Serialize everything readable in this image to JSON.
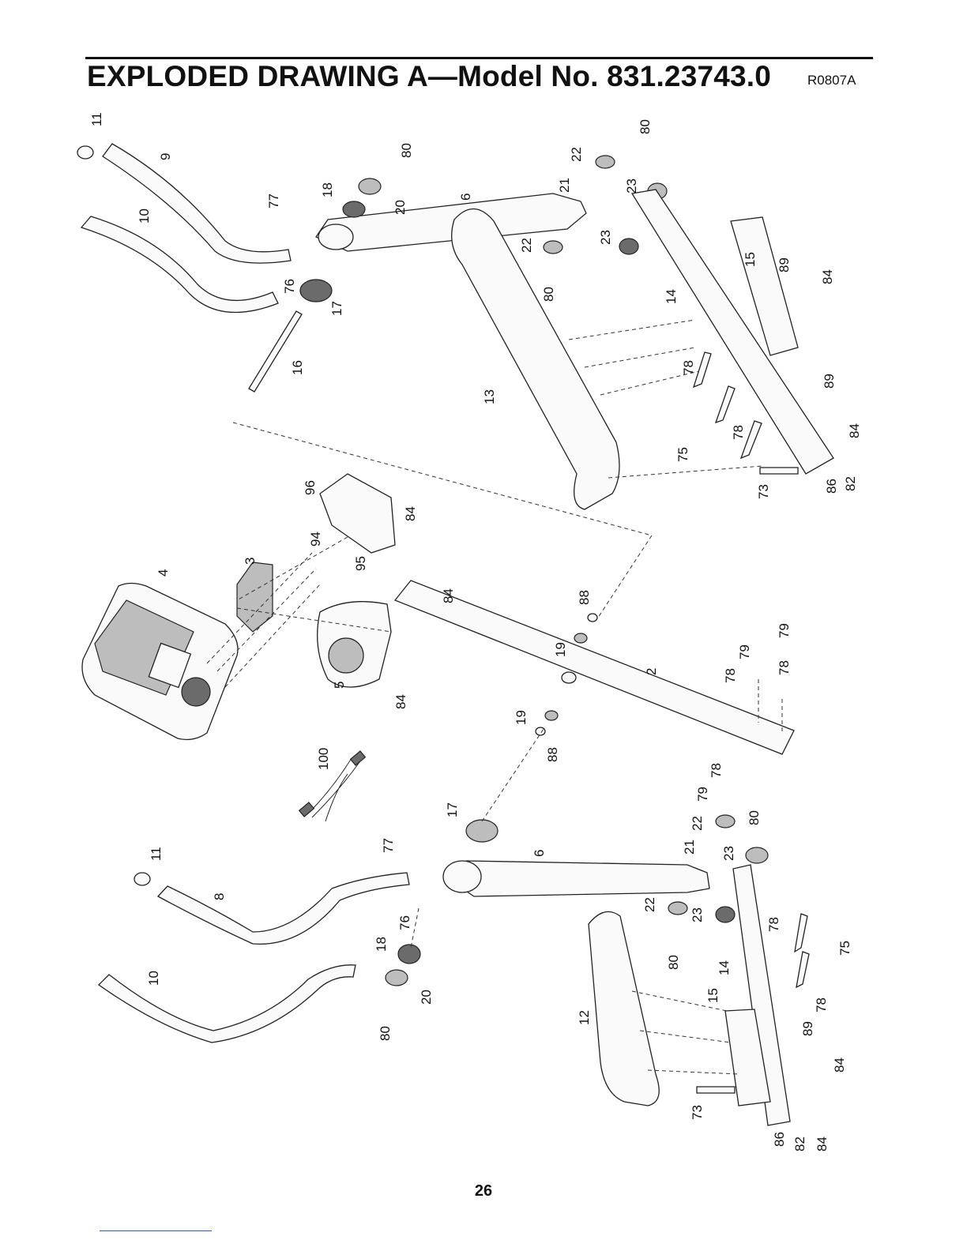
{
  "header": {
    "title": "EXPLODED DRAWING A—Model No. 831.23743.0",
    "code": "R0807A"
  },
  "footer": {
    "page_number": "26"
  },
  "callouts": {
    "c11a": "11",
    "c9": "9",
    "c10a": "10",
    "c77a": "77",
    "c76a": "76",
    "c17a": "17",
    "c18a": "18",
    "c20a": "20",
    "c80a": "80",
    "c6a": "6",
    "c21a": "21",
    "c22a": "22",
    "c80b": "80",
    "c23a": "23",
    "c22b": "22",
    "c80c": "80",
    "c23b": "23",
    "c16": "16",
    "c15a": "15",
    "c89a": "89",
    "c84a": "84",
    "c14a": "14",
    "c89b": "89",
    "c13": "13",
    "c78a": "78",
    "c78b": "78",
    "c75a": "75",
    "c73a": "73",
    "c84b": "84",
    "c86a": "86",
    "c82a": "82",
    "c96": "96",
    "c84c": "84",
    "c94": "94",
    "c3": "3",
    "c4": "4",
    "c95": "95",
    "c84d": "84",
    "c5": "5",
    "c84e": "84",
    "c88a": "88",
    "c19a": "19",
    "c2": "2",
    "c79a": "79",
    "c78c": "78",
    "c79b": "79",
    "c78d": "78",
    "c19b": "19",
    "c88b": "88",
    "c100": "100",
    "c78e": "78",
    "c79c": "79",
    "c80d": "80",
    "c17b": "17",
    "c22c": "22",
    "c21b": "21",
    "c23c": "23",
    "c6b": "6",
    "c11b": "11",
    "c77b": "77",
    "c8": "8",
    "c76b": "76",
    "c22d": "22",
    "c23d": "23",
    "c80e": "80",
    "c18b": "18",
    "c10b": "10",
    "c20b": "20",
    "c80f": "80",
    "c14b": "14",
    "c78f": "78",
    "c75b": "75",
    "c15b": "15",
    "c12": "12",
    "c78g": "78",
    "c89c": "89",
    "c84f": "84",
    "c73b": "73",
    "c86b": "86",
    "c82b": "82",
    "c84g": "84"
  }
}
